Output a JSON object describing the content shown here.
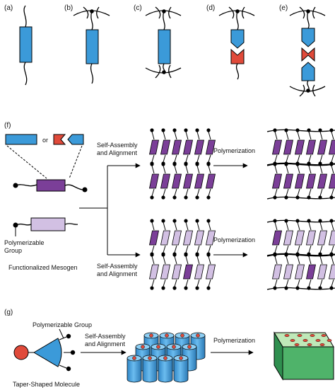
{
  "panel_labels": {
    "a": "(a)",
    "b": "(b)",
    "c": "(c)",
    "d": "(d)",
    "e": "(e)",
    "f": "(f)",
    "g": "(g)"
  },
  "panel_f": {
    "or_label": "or",
    "polymerizable_group": [
      "Polymerizable",
      "Group"
    ],
    "functionalized_mesogen": "Functionalized Mesogen",
    "self_assembly": [
      "Self-Assembly",
      "and Alignment"
    ],
    "polymerization": "Polymerization"
  },
  "panel_g": {
    "polymerizable_group": "Polymerizable Group",
    "taper_shaped_molecule": "Taper-Shaped Molecule",
    "self_assembly": [
      "Self-Assembly",
      "and Alignment"
    ],
    "polymerization": "Polymerization"
  },
  "colors": {
    "blue": "#3b9ad9",
    "red": "#e04a3a",
    "purple": "#7b3f98",
    "lavender": "#d2c0e3",
    "green": "#a6d8a0",
    "black": "#000000"
  }
}
